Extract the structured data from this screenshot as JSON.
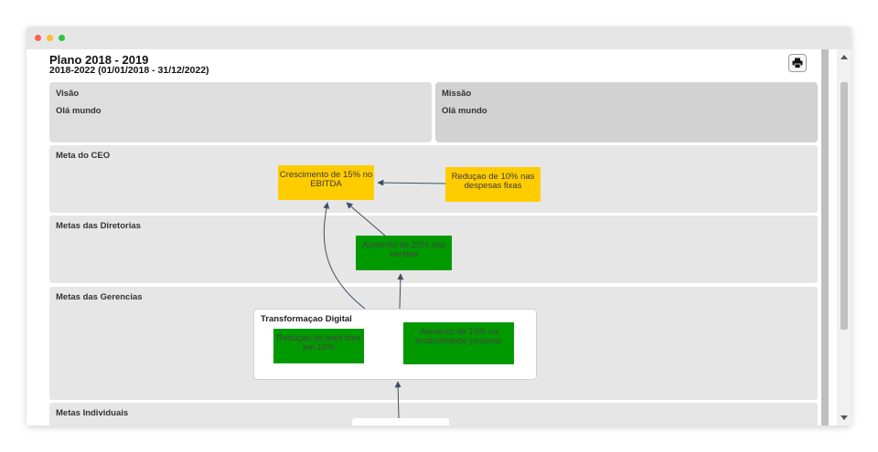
{
  "window": {
    "controls": [
      "close",
      "minimize",
      "maximize"
    ]
  },
  "header": {
    "title": "Plano 2018 - 2019",
    "subtitle": "2018-2022 (01/01/2018 - 31/12/2022)",
    "print_icon": "printer-icon"
  },
  "visao": {
    "label": "Visão",
    "text": "Olá mundo"
  },
  "missao": {
    "label": "Missão",
    "text": "Olá mundo"
  },
  "sections": {
    "ceo": "Meta do CEO",
    "diretorias": "Metas das Diretorias",
    "gerencias": "Metas das Gerencias",
    "individuais": "Metas Individuais"
  },
  "goals": {
    "crescimento": "Crescimento de 15% no EBITDA",
    "reducao_despesas": "Reduçao de 10% nas despesas fixas",
    "aumento_vendas": "Aumento de 20% nas vendas",
    "reducao_lead": "Reduçao do lead time em 10%",
    "aumento_produtividade": "Aumento de 15% na produtividade pessoas"
  },
  "group": {
    "label": "Transformaçao Digital"
  },
  "colors": {
    "yellow": "#ffcc00",
    "green": "#009900",
    "arrow": "#3d4f66"
  }
}
